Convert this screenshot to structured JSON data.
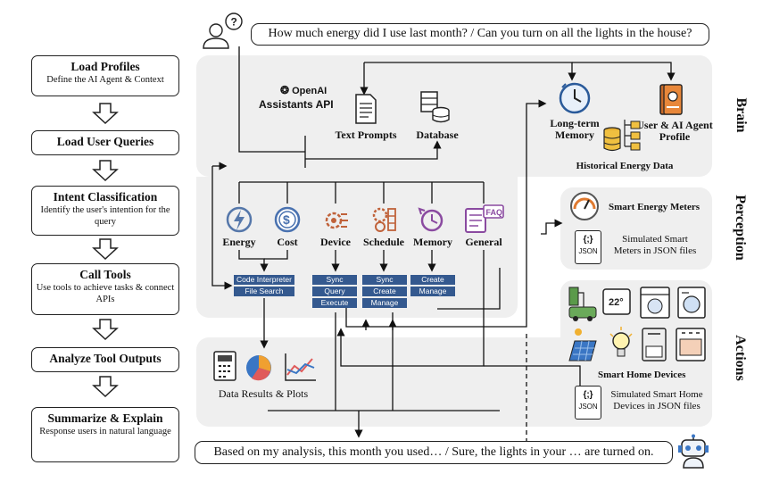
{
  "workflow": {
    "steps": [
      {
        "title": "Load Profiles",
        "desc": "Define the AI Agent & Context"
      },
      {
        "title": "Load User Queries",
        "desc": ""
      },
      {
        "title": "Intent Classification",
        "desc": "Identify the user's intention for the query"
      },
      {
        "title": "Call Tools",
        "desc": "Use tools to achieve tasks & connect APIs"
      },
      {
        "title": "Analyze Tool Outputs",
        "desc": ""
      },
      {
        "title": "Summarize & Explain",
        "desc": "Response users in natural language"
      }
    ]
  },
  "query_text": "How much energy did I use last month? / Can you turn on all the lights in the house?",
  "response_text": "Based on my analysis, this month you used… / Sure, the lights in your … are turned on.",
  "openai": {
    "brand": "OpenAI",
    "api": "Assistants API"
  },
  "brain": {
    "text_prompts": "Text Prompts",
    "database": "Database",
    "long_term_memory": "Long-term Memory",
    "profile": "User & AI Agent Profile",
    "historical": "Historical Energy Data"
  },
  "intents": [
    {
      "label": "Energy",
      "icon": "energy-icon",
      "color": "#5577aa"
    },
    {
      "label": "Cost",
      "icon": "cost-icon",
      "color": "#4a72b0"
    },
    {
      "label": "Device",
      "icon": "device-icon",
      "color": "#c0623a"
    },
    {
      "label": "Schedule",
      "icon": "schedule-icon",
      "color": "#c0623a"
    },
    {
      "label": "Memory",
      "icon": "memory-icon",
      "color": "#8a4aa0"
    },
    {
      "label": "General",
      "icon": "faq-icon",
      "color": "#8a4aa0"
    }
  ],
  "tools": {
    "code_interpreter": "Code Interpreter",
    "file_search": "File Search",
    "sync": "Sync",
    "query": "Query",
    "execute": "Execute",
    "create": "Create",
    "manage": "Manage"
  },
  "results": "Data Results & Plots",
  "perception": {
    "meters": "Smart Energy Meters",
    "json": "JSON",
    "simulated": "Simulated Smart Meters in JSON files"
  },
  "actions": {
    "devices": "Smart Home Devices",
    "json": "JSON",
    "simulated": "Simulated Smart Home Devices in JSON files"
  },
  "side_labels": {
    "brain": "Brain",
    "perception": "Perception",
    "actions": "Actions"
  }
}
